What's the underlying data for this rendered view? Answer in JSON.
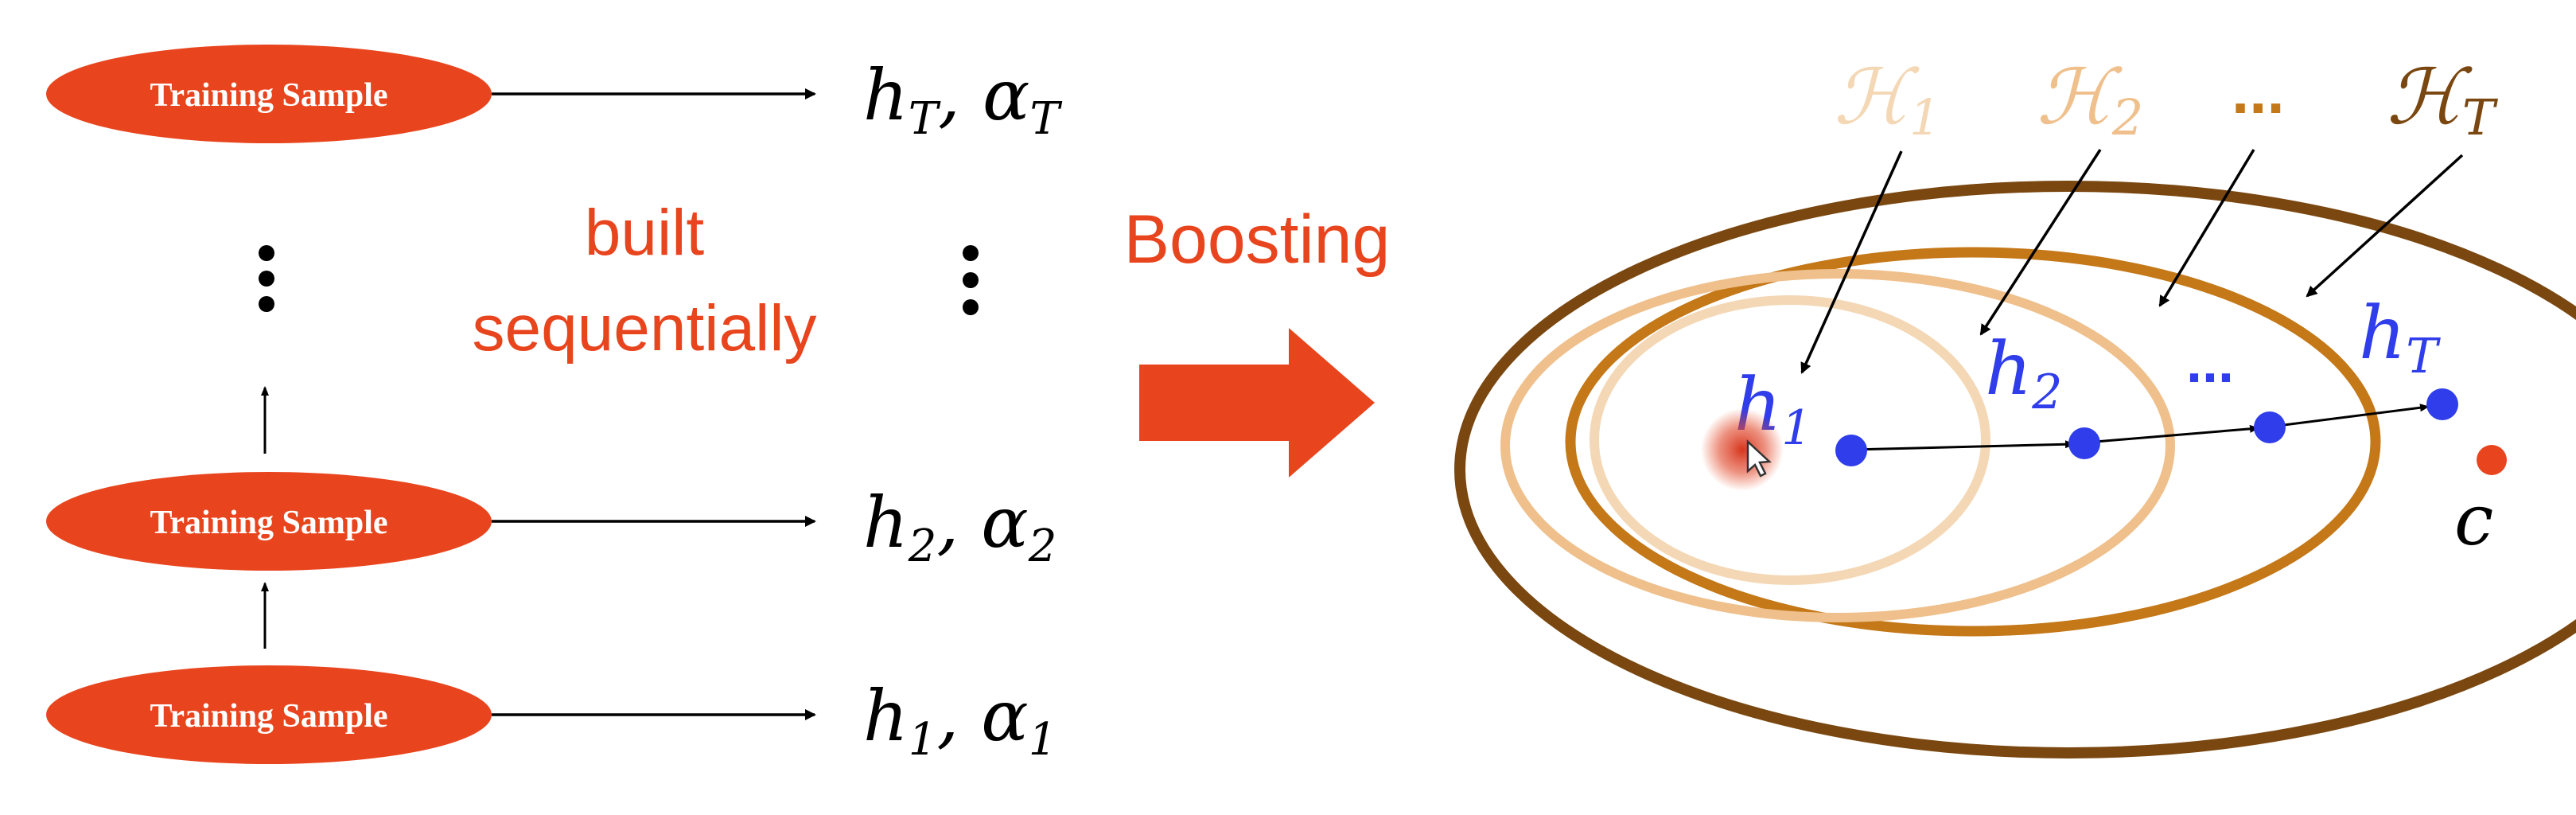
{
  "colors": {
    "accent": "#e8451e",
    "arrow": "#000000",
    "point_blue": "#2f3dea",
    "ring_light": "#f4d8b6",
    "ring_mid": "#efc08c",
    "ring_gold": "#c47818",
    "ring_dark": "#7a4710",
    "target_red": "#e8451e"
  },
  "samples": [
    {
      "label": "Training  Sample",
      "output_h": "h",
      "output_sub": "T",
      "output_alpha": "α",
      "output_alpha_sub": "T"
    },
    {
      "label": "Training  Sample",
      "output_h": "h",
      "output_sub": "2",
      "output_alpha": "α",
      "output_alpha_sub": "2"
    },
    {
      "label": "Training  Sample",
      "output_h": "h",
      "output_sub": "1",
      "output_alpha": "α",
      "output_alpha_sub": "1"
    }
  ],
  "caption": {
    "line1": "built",
    "line2": "sequentially"
  },
  "boosting_label": "Boosting",
  "hypothesis_sets": [
    {
      "symbol": "ℋ",
      "sub": "1"
    },
    {
      "symbol": "ℋ",
      "sub": "2"
    },
    {
      "symbol": "...",
      "sub": ""
    },
    {
      "symbol": "ℋ",
      "sub": "T"
    }
  ],
  "points": [
    {
      "symbol": "h",
      "sub": "1"
    },
    {
      "symbol": "h",
      "sub": "2"
    },
    {
      "symbol": "...",
      "sub": ""
    },
    {
      "symbol": "h",
      "sub": "T"
    }
  ],
  "target": {
    "symbol": "c"
  }
}
